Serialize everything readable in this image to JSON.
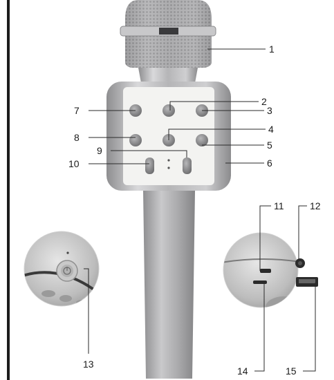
{
  "callouts": [
    {
      "number": "1"
    },
    {
      "number": "2"
    },
    {
      "number": "3"
    },
    {
      "number": "4"
    },
    {
      "number": "5"
    },
    {
      "number": "6"
    },
    {
      "number": "7"
    },
    {
      "number": "8"
    },
    {
      "number": "9"
    },
    {
      "number": "10"
    },
    {
      "number": "11"
    },
    {
      "number": "12"
    },
    {
      "number": "13"
    },
    {
      "number": "14"
    },
    {
      "number": "15"
    }
  ],
  "colors": {
    "border": "#1c1c1c",
    "metal": "#b9b9bb",
    "panel": "#f2f2f0",
    "button": "#8a8a8c",
    "line": "#2a2a2a"
  }
}
